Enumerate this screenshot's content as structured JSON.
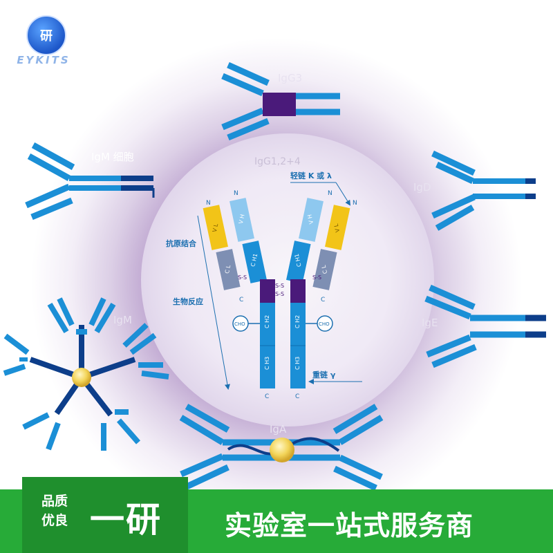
{
  "logo": {
    "mark": "研",
    "text": "EYKITS"
  },
  "labels": {
    "igg3": "IgG3",
    "igm_cell": "IgM 细胞",
    "igg124": "IgG1,2+4",
    "igd": "IgD",
    "igm": "IgM",
    "ige": "IgE",
    "iga": "IgA"
  },
  "igg_detail": {
    "light_chain": "轻链 K 或 λ",
    "antigen_binding": "抗原结合",
    "bio_reaction": "生物反应",
    "heavy_chain": "重链 γ",
    "n_terminal": "N",
    "c_terminal": "C",
    "cho": "CHO",
    "vl": "V L",
    "vh": "V H",
    "cl": "C L",
    "ch1": "C H1",
    "ch2": "C H2",
    "ch3": "C H3",
    "disulfide": "S-S"
  },
  "footer": {
    "quality_line1": "品质",
    "quality_line2": "优良",
    "brand": "一研",
    "slogan": "实验室一站式服务商"
  },
  "colors": {
    "chain_blue": "#1b8fd6",
    "chain_dark": "#0d3e8a",
    "hinge_purple": "#4a1a7a",
    "vl_yellow": "#f2c418",
    "cl_grey": "#7e8fb3",
    "vh_light": "#8ec8ef",
    "footer_green": "#27ab38"
  }
}
